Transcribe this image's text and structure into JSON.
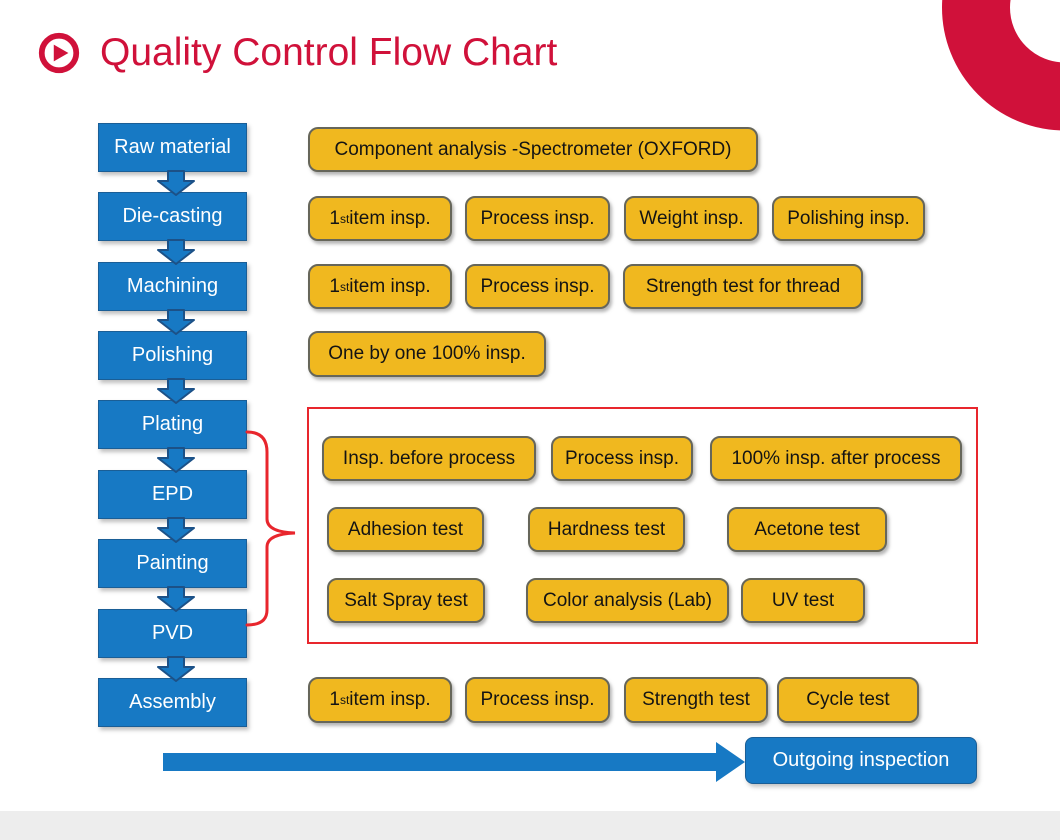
{
  "title": {
    "label": "Quality Control Flow Chart"
  },
  "colors": {
    "accent-red": "#D0113A",
    "outline-red": "#E8262D",
    "process-blue": "#1779C4",
    "step-border": "#1A5E96",
    "arrow-border": "#1C5187",
    "inspection-gold": "#F0B81F",
    "gold-border": "#66665A",
    "footer-gray": "#EDEDED"
  },
  "icons": {
    "title_icon": "play-circle-icon",
    "corner_decoration": "red-quarter-ring"
  },
  "process_steps": [
    {
      "label": "Raw material"
    },
    {
      "label": "Die-casting"
    },
    {
      "label": "Machining"
    },
    {
      "label": "Polishing"
    },
    {
      "label": "Plating"
    },
    {
      "label": "EPD"
    },
    {
      "label": "Painting"
    },
    {
      "label": "PVD"
    },
    {
      "label": "Assembly"
    }
  ],
  "inspections": {
    "raw_material": {
      "analysis": "Component analysis -Spectrometer (OXFORD)"
    },
    "die_casting": {
      "first_pre": "1",
      "first_sup": "st",
      "first_post": " item insp.",
      "process": "Process insp.",
      "weight": "Weight insp.",
      "polishing": "Polishing insp."
    },
    "machining": {
      "first_pre": "1",
      "first_sup": "st",
      "first_post": " item insp.",
      "process": "Process insp.",
      "strength": "Strength test for thread"
    },
    "polishing": {
      "one_by_one": "One by one 100% insp."
    },
    "surface_treatments": {
      "row1": [
        "Insp. before process",
        "Process insp.",
        "100% insp. after process"
      ],
      "row2": [
        "Adhesion test",
        "Hardness test",
        "Acetone test"
      ],
      "row3": [
        "Salt Spray test",
        "Color analysis (Lab)",
        "UV test"
      ]
    },
    "assembly": {
      "first_pre": "1",
      "first_sup": "st",
      "first_post": " item insp.",
      "process": "Process insp.",
      "strength": "Strength test",
      "cycle": "Cycle test"
    }
  },
  "outgoing": {
    "label": "Outgoing inspection"
  }
}
